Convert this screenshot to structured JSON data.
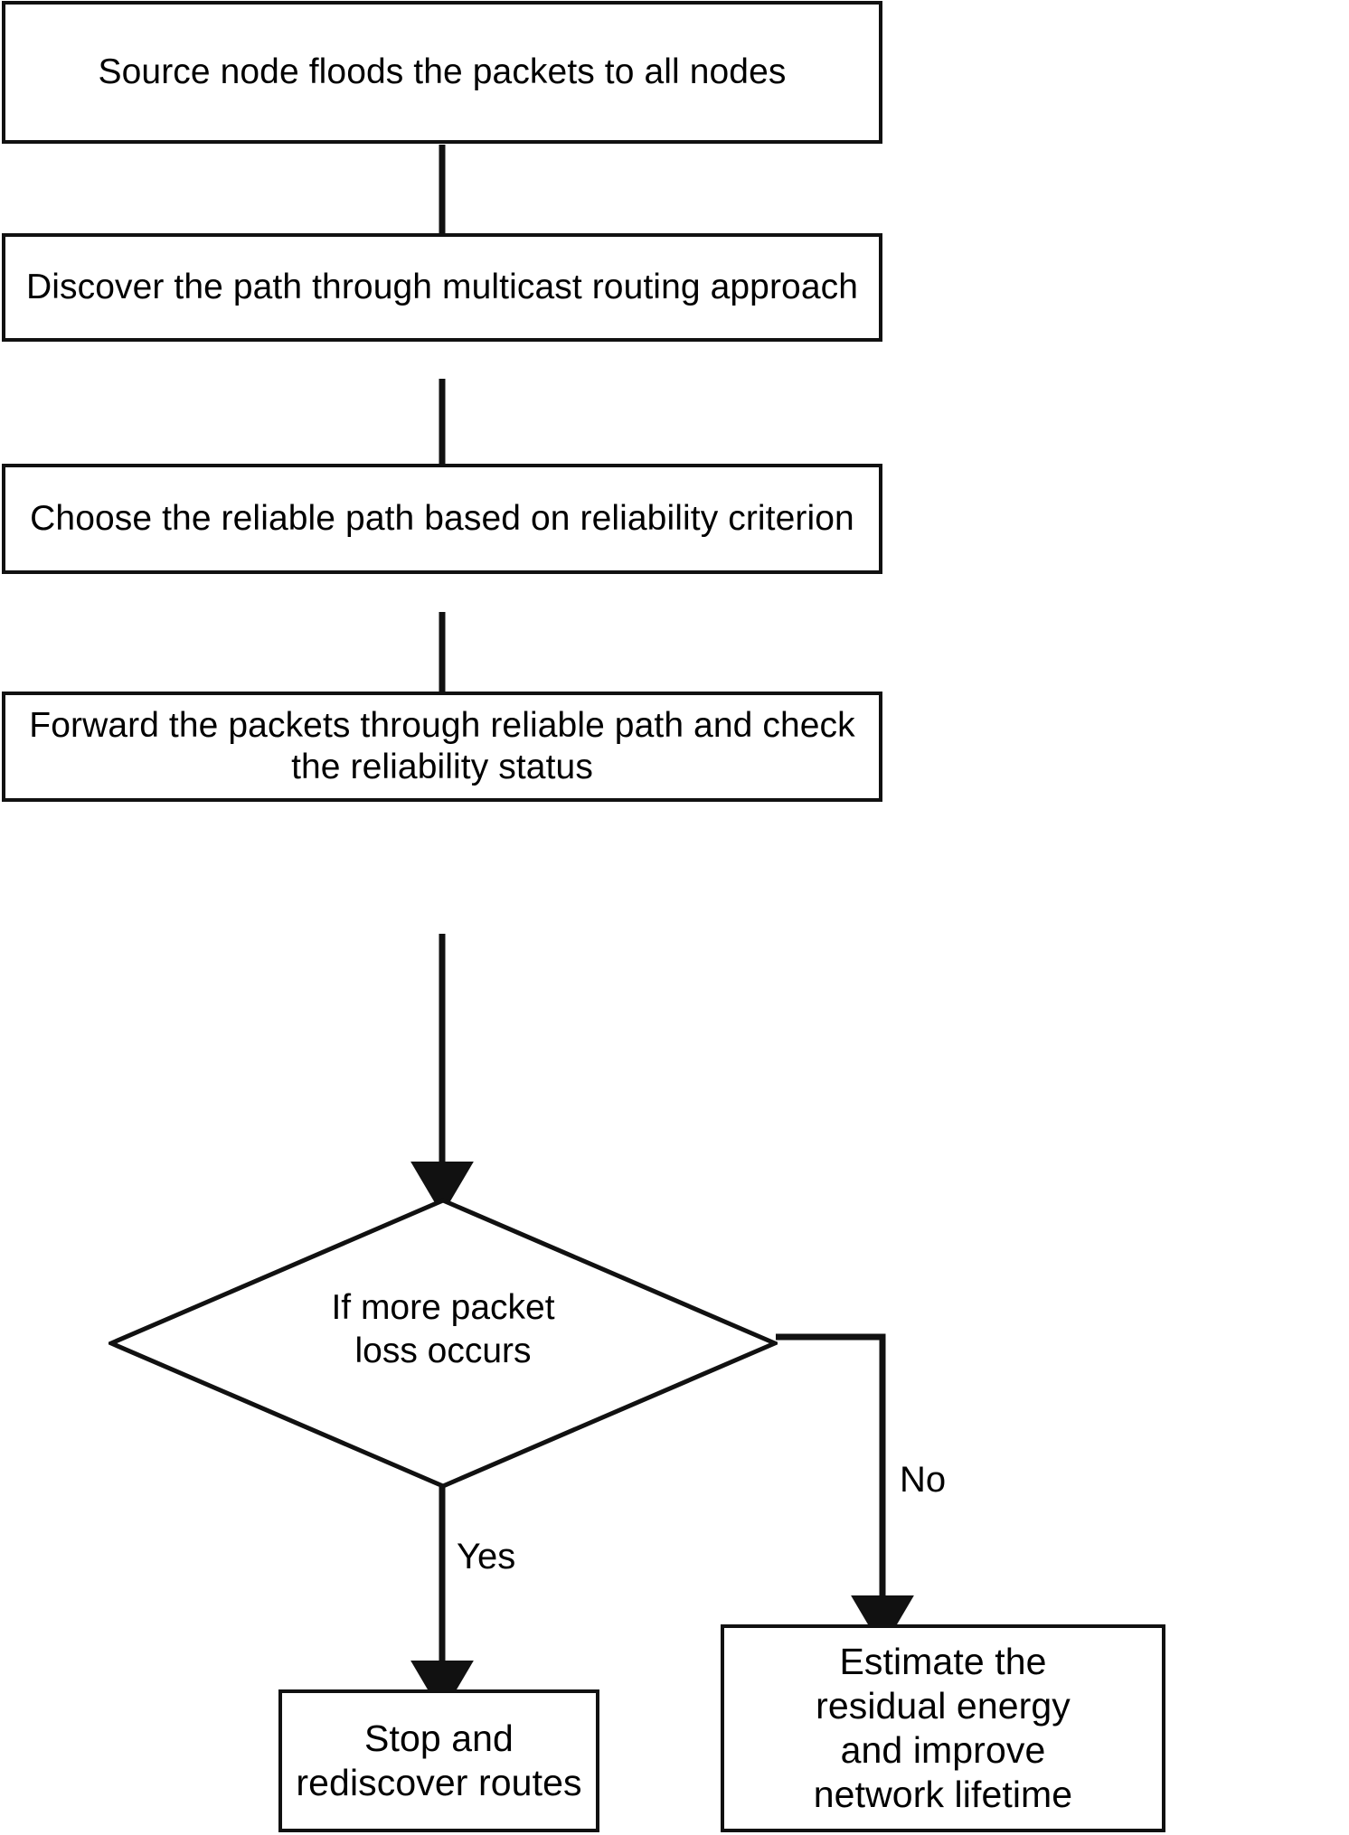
{
  "diagram": {
    "type": "flowchart",
    "title": "",
    "background_color": "#ffffff",
    "line_color": "#111111",
    "text_color": "#000000",
    "nodes": [
      {
        "id": "n1",
        "shape": "process",
        "text": "Source node floods the packets to all nodes"
      },
      {
        "id": "n2",
        "shape": "process",
        "text": "Discover the path through multicast routing approach"
      },
      {
        "id": "n3",
        "shape": "process",
        "text": "Choose the reliable path based on reliability criterion"
      },
      {
        "id": "n4",
        "shape": "process",
        "text": "Forward the packets through reliable path and check\nthe reliability status"
      },
      {
        "id": "d1",
        "shape": "decision",
        "text": "If more packet\nloss occurs"
      },
      {
        "id": "n5",
        "shape": "process",
        "text": "Stop and\nrediscover routes"
      },
      {
        "id": "n6",
        "shape": "process",
        "text": "Estimate the\nresidual energy\nand improve\nnetwork lifetime"
      }
    ],
    "edge_labels": {
      "yes": "Yes",
      "no": "No"
    }
  }
}
